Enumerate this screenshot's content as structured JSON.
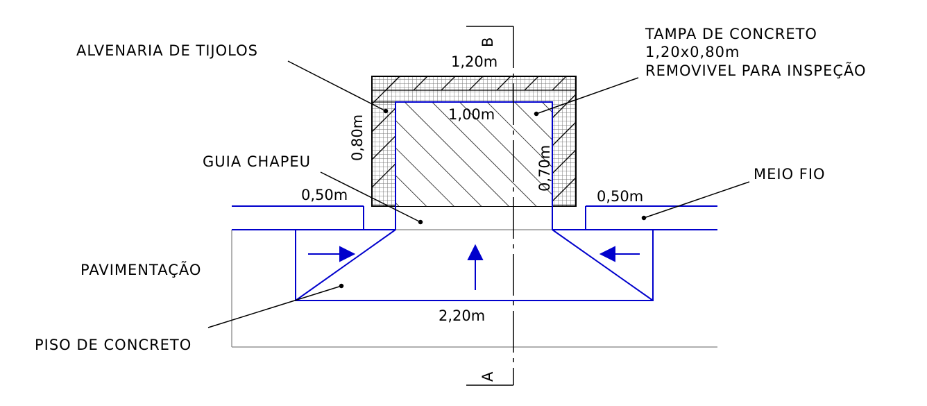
{
  "labels": {
    "alvenaria": "ALVENARIA DE TIJOLOS",
    "tampa_l1": "TAMPA DE CONCRETO",
    "tampa_l2": "1,20x0,80m",
    "tampa_l3": "REMOVIVEL PARA INSPEÇÃO",
    "guia": "GUIA CHAPEU",
    "meio_fio": "MEIO FIO",
    "pavimentacao": "PAVIMENTAÇÃO",
    "piso": "PISO DE CONCRETO"
  },
  "dimensions": {
    "width_top": "1,20m",
    "inner_width": "1,00m",
    "height_total": "0,80m",
    "height_inner": "0,70m",
    "left_curb": "0,50m",
    "right_curb": "0,50m",
    "bottom_width": "2,20m"
  },
  "section_marks": {
    "top": "B",
    "bottom": "A"
  },
  "colors": {
    "outline": "#000000",
    "drainage": "#0000cc",
    "pavement": "#808080",
    "brick_grid": "#777777"
  }
}
